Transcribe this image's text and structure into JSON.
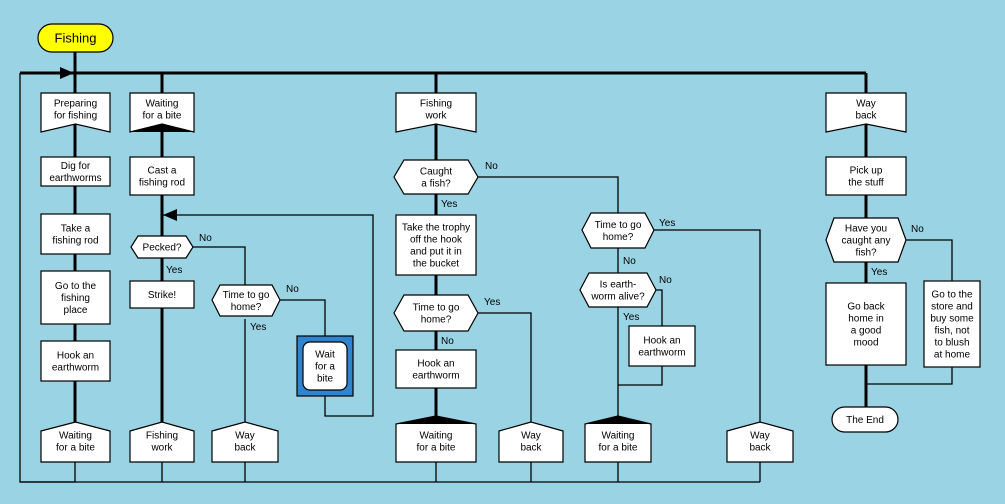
{
  "diagram": {
    "title": "Fishing",
    "colors": {
      "background": "#9ad3e3",
      "title_fill": "#ffff00",
      "node_fill": "#ffffff",
      "wait_outer": "#2f84cf",
      "wait_inner": "#ffffff"
    },
    "columns": {
      "c1": {
        "header": [
          "Preparing",
          "for fishing"
        ],
        "steps": [
          [
            "Dig for",
            "earthworms"
          ],
          [
            "Take a",
            "fishing rod"
          ],
          [
            "Go to the",
            "fishing",
            "place"
          ],
          [
            "Hook an",
            "earthworm"
          ]
        ],
        "footer": [
          "Waiting",
          "for a bite"
        ]
      },
      "c2": {
        "header": [
          "Waiting",
          "for a bite"
        ],
        "cast": [
          "Cast a",
          "fishing rod"
        ],
        "pecked": [
          "Pecked?"
        ],
        "strike": [
          "Strike!"
        ],
        "time_home": [
          "Time to go",
          "home?"
        ],
        "wait": [
          "Wait",
          "for a",
          "bite"
        ],
        "footer_work": [
          "Fishing",
          "work"
        ],
        "footer_back": [
          "Way",
          "back"
        ]
      },
      "c3": {
        "header": [
          "Fishing",
          "work"
        ],
        "caught": [
          "Caught",
          "a fish?"
        ],
        "trophy": [
          "Take the trophy",
          "off the hook",
          "and put it in",
          "the bucket"
        ],
        "time_home_a": [
          "Time to go",
          "home?"
        ],
        "hook_a": [
          "Hook an",
          "earthworm"
        ],
        "footer_wait_a": [
          "Waiting",
          "for a bite"
        ],
        "footer_back_a": [
          "Way",
          "back"
        ],
        "time_home_b": [
          "Time to go",
          "home?"
        ],
        "alive": [
          "Is earth-",
          "worm alive?"
        ],
        "hook_b": [
          "Hook an",
          "earthworm"
        ],
        "footer_wait_b": [
          "Waiting",
          "for a bite"
        ],
        "footer_back_b": [
          "Way",
          "back"
        ]
      },
      "c4": {
        "header": [
          "Way",
          "back"
        ],
        "pickup": [
          "Pick up",
          "the stuff"
        ],
        "caught_any": [
          "Have you",
          "caught any",
          "fish?"
        ],
        "go_home": [
          "Go back",
          "home in",
          "a good",
          "mood"
        ],
        "store": [
          "Go to the",
          "store and",
          "buy some",
          "fish, not",
          "to blush",
          "at home"
        ],
        "end": [
          "The End"
        ]
      }
    },
    "edge_labels": {
      "yes": "Yes",
      "no": "No"
    }
  }
}
